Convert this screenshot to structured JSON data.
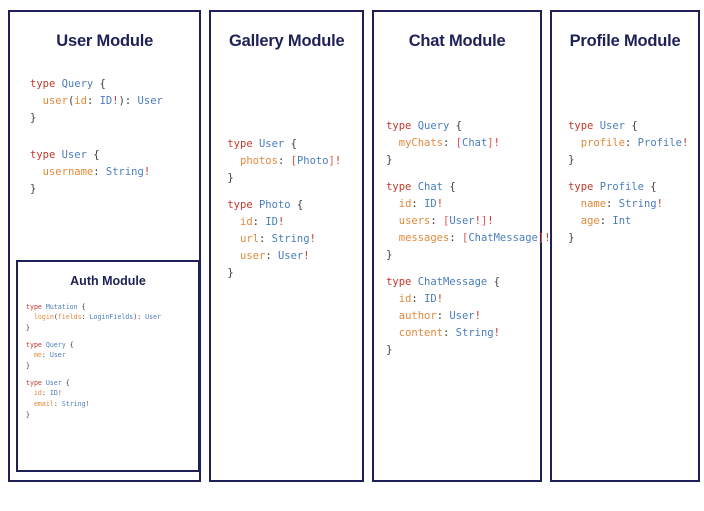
{
  "page": {
    "background": "#ffffff",
    "border_color": "#1f2057",
    "title_color": "#1f2057",
    "colors": {
      "keyword": "#c0392b",
      "type_name": "#4a7ebb",
      "field": "#e08a3c",
      "punctuation": "#3b3b3b",
      "bang": "#c0392b",
      "bracket": "#e2574c"
    }
  },
  "modules": [
    {
      "id": "user",
      "title": "User Module",
      "code_lines": [
        [
          {
            "t": "type ",
            "c": "kw"
          },
          {
            "t": "Query",
            "c": "tn"
          },
          {
            "t": " {",
            "c": "punc"
          }
        ],
        [
          {
            "t": "  ",
            "c": "punc"
          },
          {
            "t": "user",
            "c": "fld"
          },
          {
            "t": "(",
            "c": "punc"
          },
          {
            "t": "id",
            "c": "arg"
          },
          {
            "t": ": ",
            "c": "punc"
          },
          {
            "t": "ID",
            "c": "tn"
          },
          {
            "t": "!",
            "c": "bang"
          },
          {
            "t": "): ",
            "c": "punc"
          },
          {
            "t": "User",
            "c": "tn"
          }
        ],
        [
          {
            "t": "}",
            "c": "punc"
          }
        ],
        [],
        [],
        [
          {
            "t": "type ",
            "c": "kw"
          },
          {
            "t": "User",
            "c": "tn"
          },
          {
            "t": " {",
            "c": "punc"
          }
        ],
        [
          {
            "t": "  ",
            "c": "punc"
          },
          {
            "t": "username",
            "c": "fld"
          },
          {
            "t": ": ",
            "c": "punc"
          },
          {
            "t": "String",
            "c": "tn"
          },
          {
            "t": "!",
            "c": "bang"
          }
        ],
        [
          {
            "t": "}",
            "c": "punc"
          }
        ]
      ],
      "nested": {
        "id": "auth",
        "title": "Auth Module",
        "code_lines": [
          [
            {
              "t": "type ",
              "c": "kw"
            },
            {
              "t": "Mutation",
              "c": "tn"
            },
            {
              "t": " {",
              "c": "punc"
            }
          ],
          [
            {
              "t": "  ",
              "c": "punc"
            },
            {
              "t": "login",
              "c": "fld"
            },
            {
              "t": "(",
              "c": "punc"
            },
            {
              "t": "fields",
              "c": "arg"
            },
            {
              "t": ": ",
              "c": "punc"
            },
            {
              "t": "LoginFields",
              "c": "tn"
            },
            {
              "t": "): ",
              "c": "punc"
            },
            {
              "t": "User",
              "c": "tn"
            }
          ],
          [
            {
              "t": "}",
              "c": "punc"
            }
          ],
          [],
          [
            {
              "t": "type ",
              "c": "kw"
            },
            {
              "t": "Query",
              "c": "tn"
            },
            {
              "t": " {",
              "c": "punc"
            }
          ],
          [
            {
              "t": "  ",
              "c": "punc"
            },
            {
              "t": "me",
              "c": "fld"
            },
            {
              "t": ": ",
              "c": "punc"
            },
            {
              "t": "User",
              "c": "tn"
            }
          ],
          [
            {
              "t": "}",
              "c": "punc"
            }
          ],
          [],
          [
            {
              "t": "type ",
              "c": "kw"
            },
            {
              "t": "User",
              "c": "tn"
            },
            {
              "t": " {",
              "c": "punc"
            }
          ],
          [
            {
              "t": "  ",
              "c": "punc"
            },
            {
              "t": "id",
              "c": "fld"
            },
            {
              "t": ": ",
              "c": "punc"
            },
            {
              "t": "ID",
              "c": "tn"
            },
            {
              "t": "!",
              "c": "bang"
            }
          ],
          [
            {
              "t": "  ",
              "c": "punc"
            },
            {
              "t": "email",
              "c": "fld"
            },
            {
              "t": ": ",
              "c": "punc"
            },
            {
              "t": "String",
              "c": "tn"
            },
            {
              "t": "!",
              "c": "bang"
            }
          ],
          [
            {
              "t": "}",
              "c": "punc"
            }
          ]
        ]
      }
    },
    {
      "id": "gallery",
      "title": "Gallery Module",
      "code_lines": [
        [
          {
            "t": "type ",
            "c": "kw"
          },
          {
            "t": "User",
            "c": "tn"
          },
          {
            "t": " {",
            "c": "punc"
          }
        ],
        [
          {
            "t": "  ",
            "c": "punc"
          },
          {
            "t": "photos",
            "c": "fld"
          },
          {
            "t": ": ",
            "c": "punc"
          },
          {
            "t": "[",
            "c": "brk"
          },
          {
            "t": "Photo",
            "c": "tn"
          },
          {
            "t": "]",
            "c": "brk"
          },
          {
            "t": "!",
            "c": "bang"
          }
        ],
        [
          {
            "t": "}",
            "c": "punc"
          }
        ],
        [],
        [
          {
            "t": "type ",
            "c": "kw"
          },
          {
            "t": "Photo",
            "c": "tn"
          },
          {
            "t": " {",
            "c": "punc"
          }
        ],
        [
          {
            "t": "  ",
            "c": "punc"
          },
          {
            "t": "id",
            "c": "fld"
          },
          {
            "t": ": ",
            "c": "punc"
          },
          {
            "t": "ID",
            "c": "tn"
          },
          {
            "t": "!",
            "c": "bang"
          }
        ],
        [
          {
            "t": "  ",
            "c": "punc"
          },
          {
            "t": "url",
            "c": "fld"
          },
          {
            "t": ": ",
            "c": "punc"
          },
          {
            "t": "String",
            "c": "tn"
          },
          {
            "t": "!",
            "c": "bang"
          }
        ],
        [
          {
            "t": "  ",
            "c": "punc"
          },
          {
            "t": "user",
            "c": "fld"
          },
          {
            "t": ": ",
            "c": "punc"
          },
          {
            "t": "User",
            "c": "tn"
          },
          {
            "t": "!",
            "c": "bang"
          }
        ],
        [
          {
            "t": "}",
            "c": "punc"
          }
        ]
      ]
    },
    {
      "id": "chat",
      "title": "Chat Module",
      "code_lines": [
        [
          {
            "t": "type ",
            "c": "kw"
          },
          {
            "t": "Query",
            "c": "tn"
          },
          {
            "t": " {",
            "c": "punc"
          }
        ],
        [
          {
            "t": "  ",
            "c": "punc"
          },
          {
            "t": "myChats",
            "c": "fld"
          },
          {
            "t": ": ",
            "c": "punc"
          },
          {
            "t": "[",
            "c": "brk"
          },
          {
            "t": "Chat",
            "c": "tn"
          },
          {
            "t": "]",
            "c": "brk"
          },
          {
            "t": "!",
            "c": "bang"
          }
        ],
        [
          {
            "t": "}",
            "c": "punc"
          }
        ],
        [],
        [
          {
            "t": "type ",
            "c": "kw"
          },
          {
            "t": "Chat",
            "c": "tn"
          },
          {
            "t": " {",
            "c": "punc"
          }
        ],
        [
          {
            "t": "  ",
            "c": "punc"
          },
          {
            "t": "id",
            "c": "fld"
          },
          {
            "t": ": ",
            "c": "punc"
          },
          {
            "t": "ID",
            "c": "tn"
          },
          {
            "t": "!",
            "c": "bang"
          }
        ],
        [
          {
            "t": "  ",
            "c": "punc"
          },
          {
            "t": "users",
            "c": "fld"
          },
          {
            "t": ": ",
            "c": "punc"
          },
          {
            "t": "[",
            "c": "brk"
          },
          {
            "t": "User",
            "c": "tn"
          },
          {
            "t": "!",
            "c": "bang"
          },
          {
            "t": "]",
            "c": "brk"
          },
          {
            "t": "!",
            "c": "bang"
          }
        ],
        [
          {
            "t": "  ",
            "c": "punc"
          },
          {
            "t": "messages",
            "c": "fld"
          },
          {
            "t": ": ",
            "c": "punc"
          },
          {
            "t": "[",
            "c": "brk"
          },
          {
            "t": "ChatMessage",
            "c": "tn"
          },
          {
            "t": "]",
            "c": "brk"
          },
          {
            "t": "!",
            "c": "bang"
          }
        ],
        [
          {
            "t": "}",
            "c": "punc"
          }
        ],
        [],
        [
          {
            "t": "type ",
            "c": "kw"
          },
          {
            "t": "ChatMessage",
            "c": "tn"
          },
          {
            "t": " {",
            "c": "punc"
          }
        ],
        [
          {
            "t": "  ",
            "c": "punc"
          },
          {
            "t": "id",
            "c": "fld"
          },
          {
            "t": ": ",
            "c": "punc"
          },
          {
            "t": "ID",
            "c": "tn"
          },
          {
            "t": "!",
            "c": "bang"
          }
        ],
        [
          {
            "t": "  ",
            "c": "punc"
          },
          {
            "t": "author",
            "c": "fld"
          },
          {
            "t": ": ",
            "c": "punc"
          },
          {
            "t": "User",
            "c": "tn"
          },
          {
            "t": "!",
            "c": "bang"
          }
        ],
        [
          {
            "t": "  ",
            "c": "punc"
          },
          {
            "t": "content",
            "c": "fld"
          },
          {
            "t": ": ",
            "c": "punc"
          },
          {
            "t": "String",
            "c": "tn"
          },
          {
            "t": "!",
            "c": "bang"
          }
        ],
        [
          {
            "t": "}",
            "c": "punc"
          }
        ]
      ]
    },
    {
      "id": "profile",
      "title": "Profile Module",
      "code_lines": [
        [
          {
            "t": "type ",
            "c": "kw"
          },
          {
            "t": "User",
            "c": "tn"
          },
          {
            "t": " {",
            "c": "punc"
          }
        ],
        [
          {
            "t": "  ",
            "c": "punc"
          },
          {
            "t": "profile",
            "c": "fld"
          },
          {
            "t": ": ",
            "c": "punc"
          },
          {
            "t": "Profile",
            "c": "tn"
          },
          {
            "t": "!",
            "c": "bang"
          }
        ],
        [
          {
            "t": "}",
            "c": "punc"
          }
        ],
        [],
        [
          {
            "t": "type ",
            "c": "kw"
          },
          {
            "t": "Profile",
            "c": "tn"
          },
          {
            "t": " {",
            "c": "punc"
          }
        ],
        [
          {
            "t": "  ",
            "c": "punc"
          },
          {
            "t": "name",
            "c": "fld"
          },
          {
            "t": ": ",
            "c": "punc"
          },
          {
            "t": "String",
            "c": "tn"
          },
          {
            "t": "!",
            "c": "bang"
          }
        ],
        [
          {
            "t": "  ",
            "c": "punc"
          },
          {
            "t": "age",
            "c": "fld"
          },
          {
            "t": ": ",
            "c": "punc"
          },
          {
            "t": "Int",
            "c": "tn"
          }
        ],
        [
          {
            "t": "}",
            "c": "punc"
          }
        ]
      ]
    }
  ]
}
